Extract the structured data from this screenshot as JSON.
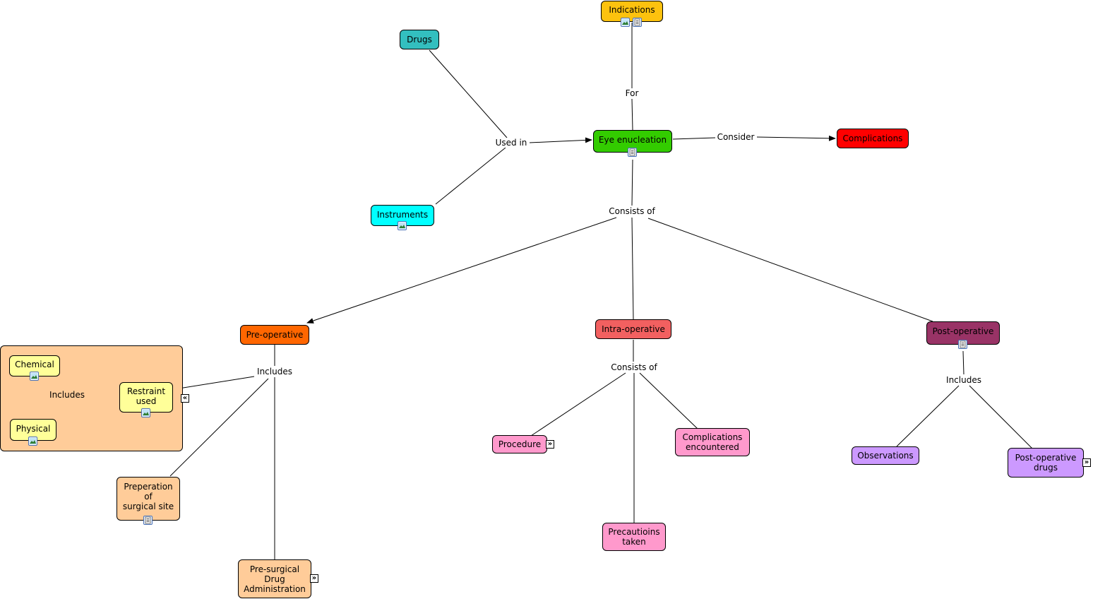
{
  "diagram": {
    "concepts": {
      "indications": {
        "label": "Indications",
        "color": "#fdc20e"
      },
      "drugs": {
        "label": "Drugs",
        "color": "#33bfbf"
      },
      "eye_enucleation": {
        "label": "Eye enucleation",
        "color": "#33cc00"
      },
      "complications": {
        "label": "Complications",
        "color": "#ff0000"
      },
      "instruments": {
        "label": "Instruments",
        "color": "#00ffff"
      },
      "pre_operative": {
        "label": "Pre-operative",
        "color": "#ff6600"
      },
      "intra_operative": {
        "label": "Intra-operative",
        "color": "#f26060"
      },
      "post_operative": {
        "label": "Post-operative",
        "color": "#993366"
      },
      "chemical": {
        "label": "Chemical",
        "color": "#ffff99"
      },
      "restraint_used": {
        "label": "Restraint\nused",
        "color": "#ffff99"
      },
      "physical": {
        "label": "Physical",
        "color": "#ffff99"
      },
      "preperation": {
        "label": "Preperation\nof\nsurgical site",
        "color": "#ffcc99"
      },
      "pre_surgical_drug": {
        "label": "Pre-surgical\nDrug\nAdministration",
        "color": "#ffcc99"
      },
      "procedure": {
        "label": "Procedure",
        "color": "#ff99cc"
      },
      "complications_encountered": {
        "label": "Complications\nencountered",
        "color": "#ff99cc"
      },
      "precautions_taken": {
        "label": "Precautioins\ntaken",
        "color": "#ff99cc"
      },
      "observations": {
        "label": "Observations",
        "color": "#cc99ff"
      },
      "post_operative_drugs": {
        "label": "Post-operative\ndrugs",
        "color": "#cc99ff"
      }
    },
    "linking_phrases": {
      "for": "For",
      "used_in": "Used in",
      "consider": "Consider",
      "consists_of_main": "Consists of",
      "includes_pre": "Includes",
      "includes_restraint": "Includes",
      "consists_of_intra": "Consists of",
      "includes_post": "Includes"
    },
    "restraint_group_color": "#ffcc99"
  }
}
